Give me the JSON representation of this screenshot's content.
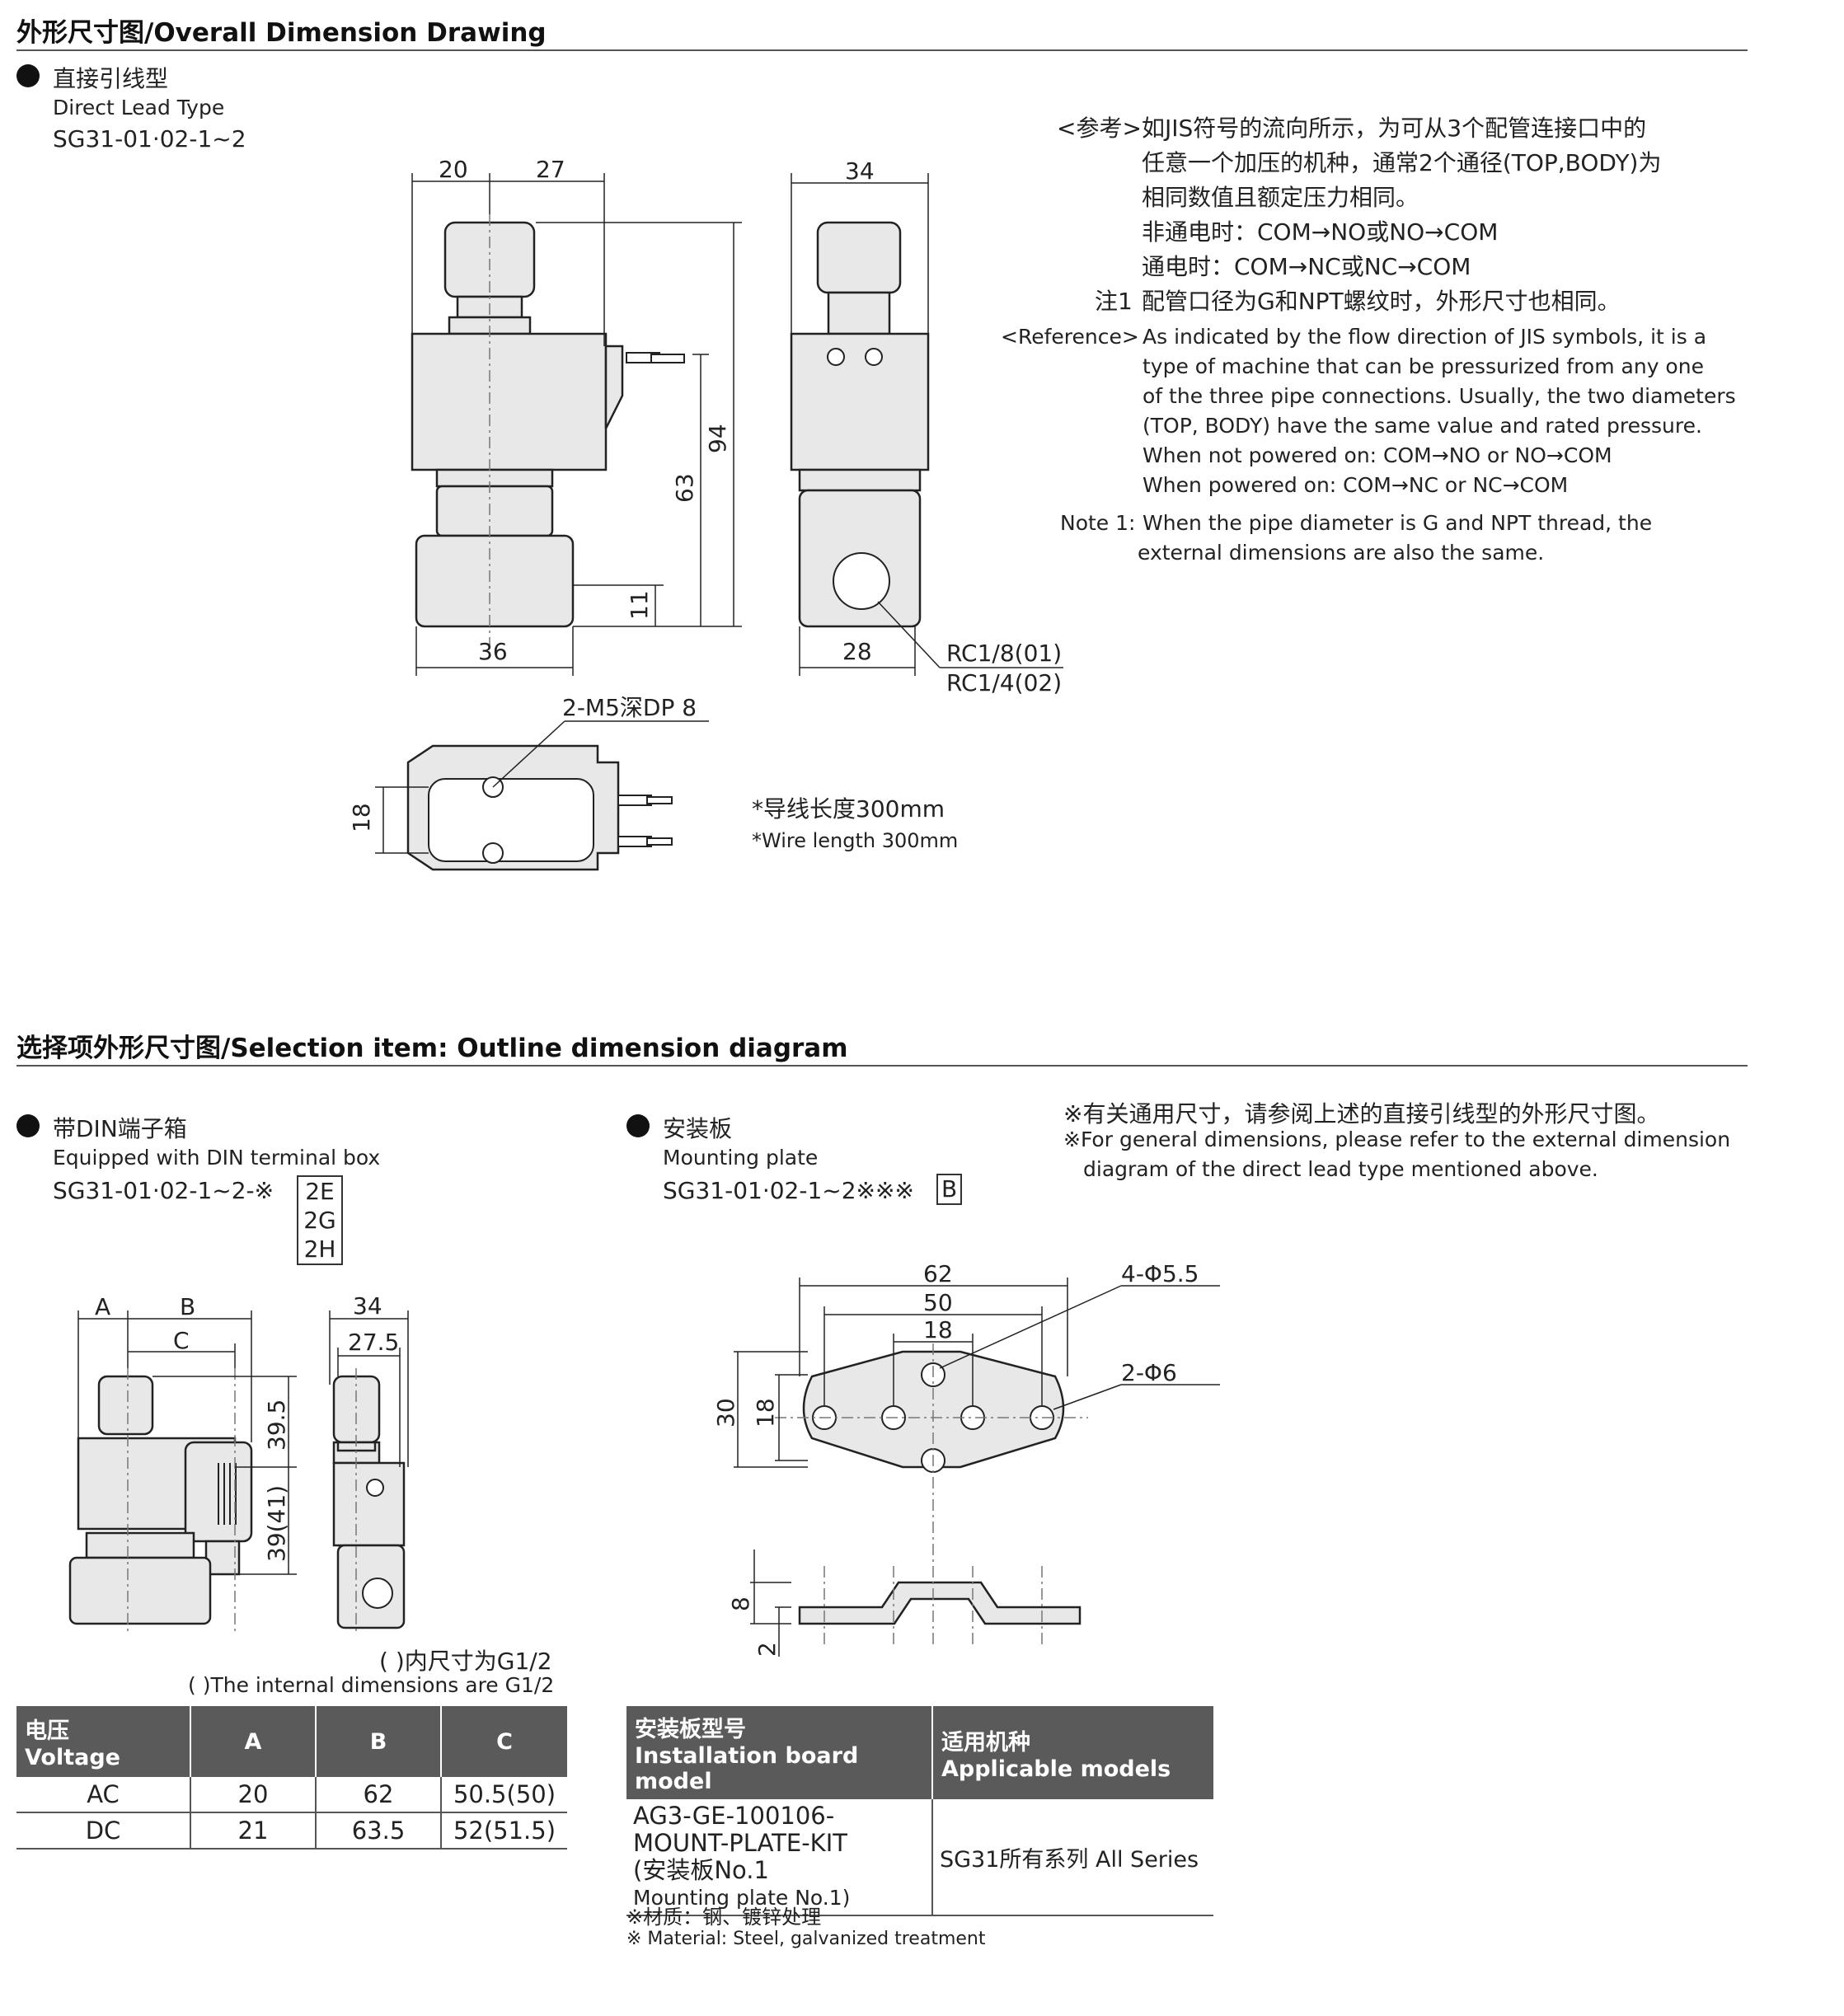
{
  "section1": {
    "title": "外形尺寸图/Overall Dimension Drawing",
    "item_cn": "直接引线型",
    "item_en": "Direct Lead Type",
    "model": "SG31-01·02-1~2"
  },
  "front_view": {
    "d1": "20",
    "d2": "27",
    "d3": "94",
    "d4": "63",
    "d5": "11",
    "d6": "36"
  },
  "side_view": {
    "d1": "34",
    "d2": "28",
    "port1": "RC1/8(01)",
    "port2": "RC1/4(02)"
  },
  "top_view": {
    "callout": "2-M5深DP 8",
    "d1": "18"
  },
  "wire": {
    "cn": "*导线长度300mm",
    "en": "*Wire length 300mm"
  },
  "reference": {
    "cn_label": "<参考>",
    "cn_lines": [
      "如JIS符号的流向所示，为可从3个配管连接口中的",
      "任意一个加压的机种，通常2个通径(TOP,BODY)为",
      "相同数值且额定压力相同。",
      "非通电时：COM→NO或NO→COM",
      "通电时：COM→NC或NC→COM"
    ],
    "cn_note_label": "注1",
    "cn_note": "配管口径为G和NPT螺纹时，外形尺寸也相同。",
    "en_label": "<Reference>",
    "en_lines": [
      "As indicated by the flow direction of JIS symbols, it is a",
      "type of machine that can be pressurized from any one",
      "of the three pipe connections. Usually, the two diameters",
      "(TOP, BODY) have the same value and rated pressure.",
      "When not powered on: COM→NO or NO→COM",
      "When powered on: COM→NC or NC→COM"
    ],
    "en_note_label": "Note 1:",
    "en_note_lines": [
      "When the pipe diameter is G and NPT thread, the",
      "external dimensions are also the same."
    ]
  },
  "section2": {
    "title": "选择项外形尺寸图/Selection item: Outline dimension diagram"
  },
  "din": {
    "item_cn": "带DIN端子箱",
    "item_en": "Equipped with DIN terminal box",
    "model": "SG31-01·02-1~2-※",
    "options": [
      "2E",
      "2G",
      "2H"
    ],
    "dims": {
      "a": "A",
      "b": "B",
      "c": "C",
      "d1": "39.5",
      "d2": "39(41)",
      "w1": "34",
      "w2": "27.5"
    },
    "note_cn": "( )内尺寸为G1/2",
    "note_en": "( )The internal dimensions are G1/2"
  },
  "plate": {
    "item_cn": "安装板",
    "item_en": "Mounting plate",
    "model": "SG31-01·02-1~2※※※",
    "option": "B",
    "dims": {
      "w1": "62",
      "w2": "50",
      "w3": "18",
      "h1": "30",
      "h2": "18",
      "hole1": "4-Φ5.5",
      "hole2": "2-Φ6",
      "t1": "8",
      "t2": "2"
    },
    "note_cn": "※有关通用尺寸，请参阅上述的直接引线型的外形尺寸图。",
    "note_en_lines": [
      "※For general dimensions, please refer to the external dimension",
      "diagram of the direct lead type mentioned above."
    ]
  },
  "voltage_table": {
    "h_cn": "电压",
    "h_en": "Voltage",
    "h_a": "A",
    "h_b": "B",
    "h_c": "C",
    "rows": [
      [
        "AC",
        "20",
        "62",
        "50.5(50)"
      ],
      [
        "DC",
        "21",
        "63.5",
        "52(51.5)"
      ]
    ]
  },
  "plate_table": {
    "h1_cn": "安装板型号",
    "h1_en": "Installation board model",
    "h2_cn": "适用机种",
    "h2_en": "Applicable models",
    "model_lines": [
      "AG3-GE-100106-",
      "MOUNT-PLATE-KIT",
      "(安装板No.1",
      "Mounting plate No.1)"
    ],
    "applicable": "SG31所有系列 All Series",
    "mat_cn": "※材质：钢、镀锌处理",
    "mat_en": "※ Material: Steel, galvanized treatment"
  }
}
